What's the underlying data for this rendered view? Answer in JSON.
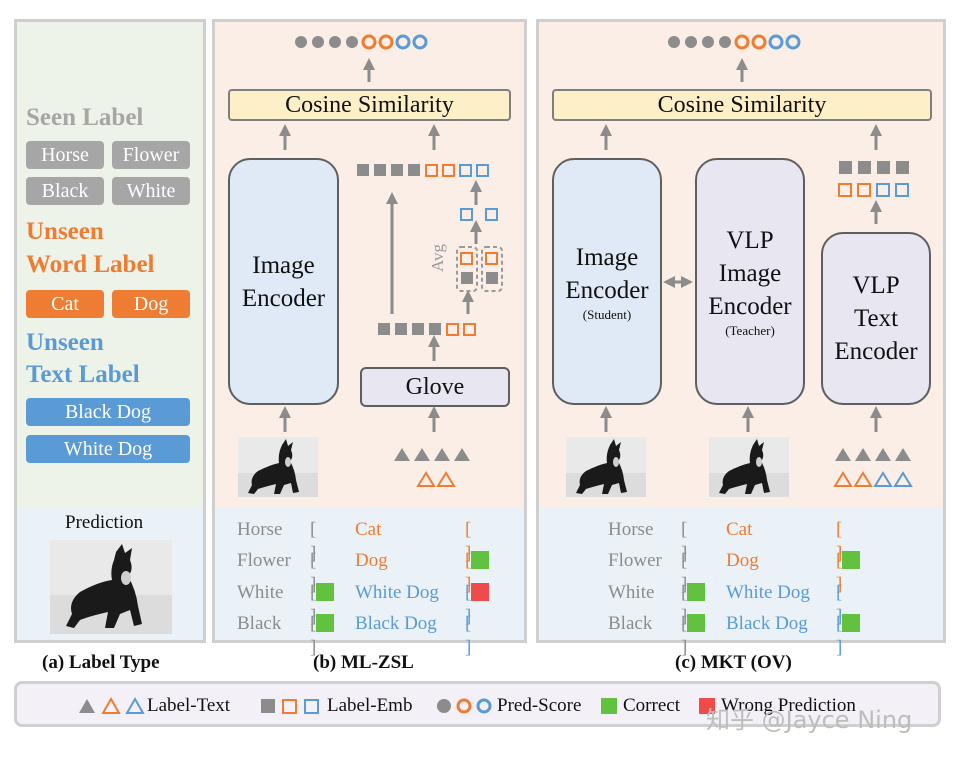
{
  "panel_a": {
    "seen_label": "Seen Label",
    "seen_chips": [
      "Horse",
      "Flower",
      "Black",
      "White"
    ],
    "unseen_word_label": [
      "Unseen",
      "Word Label"
    ],
    "word_chips": [
      "Cat",
      "Dog"
    ],
    "unseen_text_label": [
      "Unseen",
      "Text Label"
    ],
    "text_chips": [
      "Black Dog",
      "White Dog"
    ],
    "prediction": "Prediction"
  },
  "panel_b": {
    "cosine": "Cosine Similarity",
    "image_encoder": [
      "Image",
      "Encoder"
    ],
    "glove": "Glove",
    "avg": "Avg",
    "results": [
      {
        "seen": "Horse",
        "seen_mark": "empty",
        "unseen": "Cat",
        "unseen_color": "orange",
        "unseen_mark": "empty"
      },
      {
        "seen": "Flower",
        "seen_mark": "empty",
        "unseen": "Dog",
        "unseen_color": "orange",
        "unseen_mark": "green"
      },
      {
        "seen": "White",
        "seen_mark": "green",
        "unseen": "White Dog",
        "unseen_color": "blue",
        "unseen_mark": "red"
      },
      {
        "seen": "Black",
        "seen_mark": "green",
        "unseen": "Black Dog",
        "unseen_color": "blue",
        "unseen_mark": "empty"
      }
    ]
  },
  "panel_c": {
    "cosine": "Cosine Similarity",
    "image_encoder": [
      "Image",
      "Encoder"
    ],
    "image_encoder_note": "(Student)",
    "vlp_image_encoder": [
      "VLP",
      "Image",
      "Encoder"
    ],
    "vlp_image_encoder_note": "(Teacher)",
    "vlp_text_encoder": [
      "VLP",
      "Text",
      "Encoder"
    ],
    "results": [
      {
        "seen": "Horse",
        "seen_mark": "empty",
        "unseen": "Cat",
        "unseen_color": "orange",
        "unseen_mark": "empty"
      },
      {
        "seen": "Flower",
        "seen_mark": "empty",
        "unseen": "Dog",
        "unseen_color": "orange",
        "unseen_mark": "green"
      },
      {
        "seen": "White",
        "seen_mark": "green",
        "unseen": "White Dog",
        "unseen_color": "blue",
        "unseen_mark": "empty"
      },
      {
        "seen": "Black",
        "seen_mark": "green",
        "unseen": "Black Dog",
        "unseen_color": "blue",
        "unseen_mark": "green"
      }
    ]
  },
  "captions": {
    "a": "(a) Label Type",
    "b": "(b) ML-ZSL",
    "c": "(c) MKT (OV)"
  },
  "legend": {
    "label_text": "Label-Text",
    "label_emb": "Label-Emb",
    "pred_score": "Pred-Score",
    "correct": "Correct",
    "wrong": "Wrong Prediction"
  },
  "watermark": "知乎 @Jayce Ning",
  "colors": {
    "gray": "#a6a6a6",
    "orange": "#ee7d33",
    "blue": "#5b9bd5",
    "green": "#62c23f",
    "red": "#f04b4b",
    "cosine_fill": "#fdf0c8"
  }
}
